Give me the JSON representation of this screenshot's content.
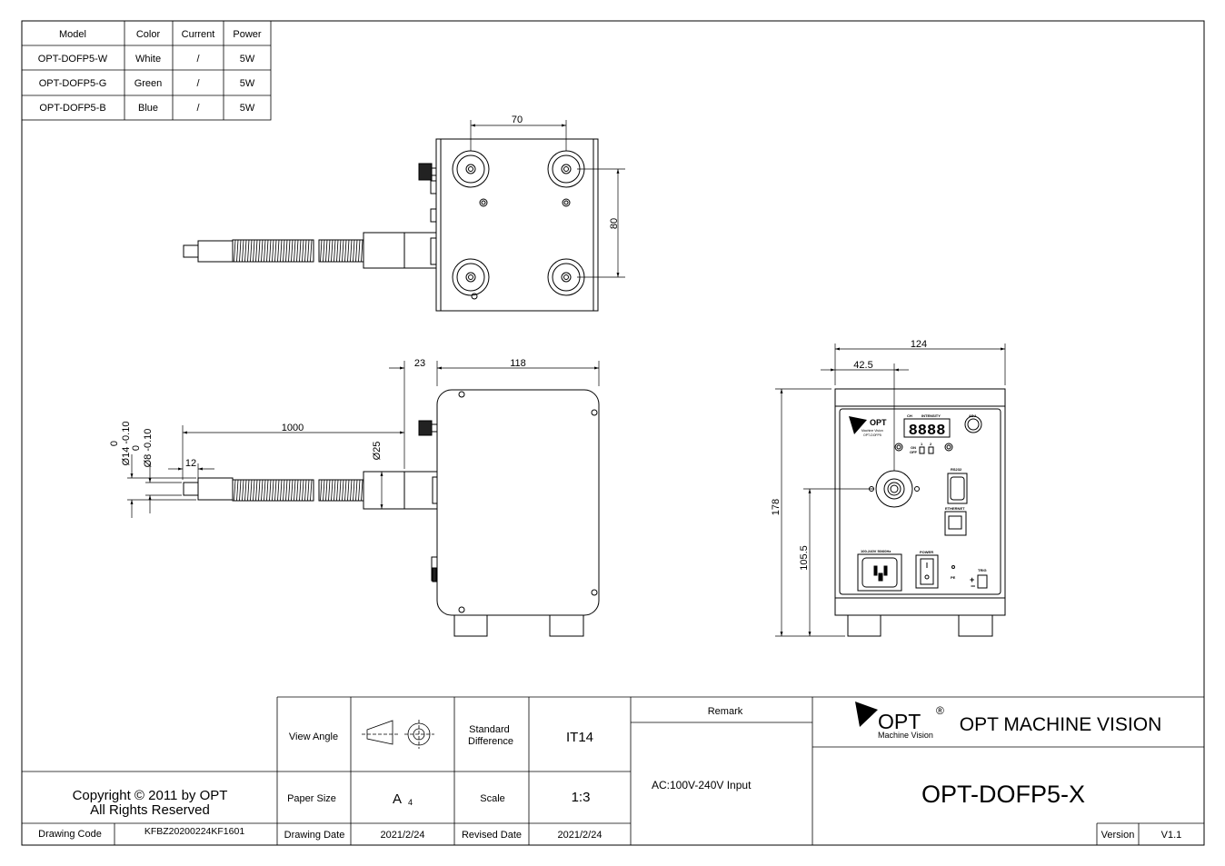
{
  "model_table": {
    "headers": [
      "Model",
      "Color",
      "Current",
      "Power"
    ],
    "rows": [
      [
        "OPT-DOFP5-W",
        "White",
        "/",
        "5W"
      ],
      [
        "OPT-DOFP5-G",
        "Green",
        "/",
        "5W"
      ],
      [
        "OPT-DOFP5-B",
        "Blue",
        "/",
        "5W"
      ]
    ]
  },
  "dimensions": {
    "top_width": "70",
    "top_height": "80",
    "side_fiber_offset": "23",
    "side_body_length": "118",
    "fiber_length": "1000",
    "ferrule_length": "12",
    "nut_diameter": "Ø25",
    "tol_outer_1": "0",
    "tol_outer_2": "Ø14 -0.10",
    "tol_inner_1": "0",
    "tol_inner_2": "Ø8 -0.10",
    "front_width": "124",
    "front_offset": "42.5",
    "front_height": "178",
    "front_center_height": "105.5"
  },
  "front_panel": {
    "logo": "OPT",
    "logo_sub1": "Machine Vision",
    "logo_sub2": "OPT-DOFP5",
    "display": "8888",
    "label_ch": "CH",
    "label_intensity": "INTENSITY",
    "label_adj": "ADJ",
    "label_rs232": "RS232",
    "label_ethernet": "ETHERNET",
    "label_ac": "100-240V 50/60Hz",
    "label_power": "POWER",
    "label_trig": "TRIG",
    "label_pe": "PE",
    "switch_on": "ON",
    "switch_off": "OFF",
    "switch_1": "1",
    "switch_2": "2"
  },
  "title_block": {
    "view_angle_label": "View Angle",
    "standard_difference_label": "Standard\nDifference",
    "standard_difference_value": "IT14",
    "remark_label": "Remark",
    "remark_value": "AC:100V-240V Input",
    "company_logo": "OPT",
    "company_logo_reg": "®",
    "company_logo_sub": "Machine Vision",
    "company_name": "OPT MACHINE VISION",
    "copyright_line1": "Copyright © 2011 by OPT",
    "copyright_line2": "All Rights Reserved",
    "paper_size_label": "Paper Size",
    "paper_size_value": "A",
    "paper_size_sub": "4",
    "scale_label": "Scale",
    "scale_value": "1:3",
    "product_code": "OPT-DOFP5-X",
    "drawing_code_label": "Drawing Code",
    "drawing_code_value": "KFBZ20200224KF1601",
    "drawing_date_label": "Drawing Date",
    "drawing_date_value": "2021/2/24",
    "revised_date_label": "Revised Date",
    "revised_date_value": "2021/2/24",
    "version_label": "Version",
    "version_value": "V1.1"
  }
}
